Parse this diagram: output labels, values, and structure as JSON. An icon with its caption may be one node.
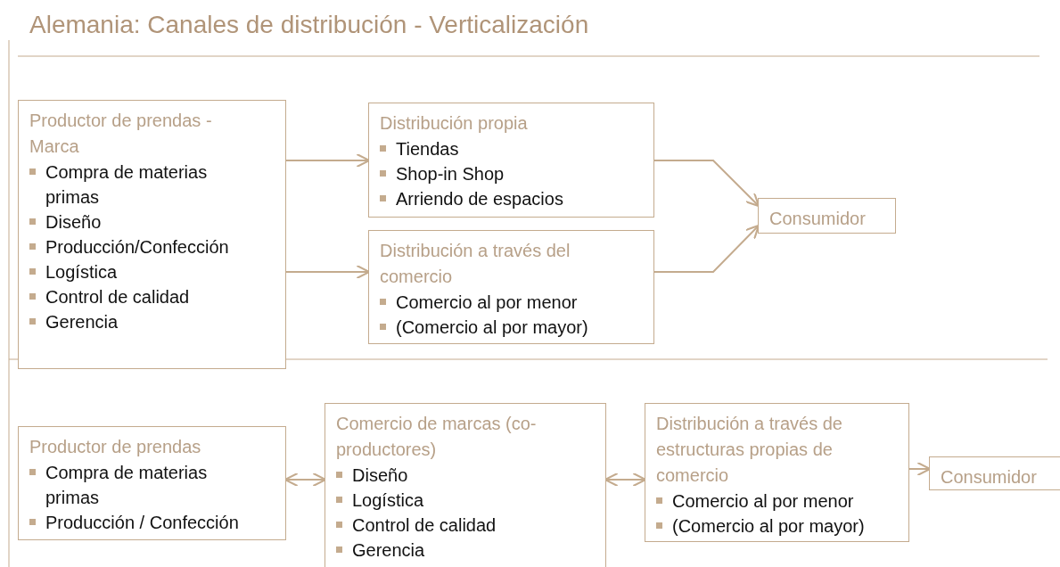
{
  "diagram": {
    "title": "Alemania: Canales de distribución - Verticalización",
    "nodes": [
      {
        "text": [
          "Productor de prendas - Marca",
          "Compra de materias primas",
          "Diseño",
          "Producción/Confección",
          "Logística",
          "Control de calidad",
          "Gerencia"
        ]
      },
      {
        "text": [
          "Distribución propia",
          "Tiendas",
          "Shop-in Shop",
          "Arriendo de espacios"
        ]
      },
      {
        "text": [
          "Distribución a través del comercio",
          "Comercio al por menor",
          "(Comercio al por mayor)"
        ]
      },
      {
        "text": [
          "Consumidor"
        ]
      },
      {
        "text": [
          "Productor de prendas",
          "Compra de materias primas",
          "Producción / Confección"
        ]
      },
      {
        "text": [
          "Comercio de marcas (co-productores)",
          "Diseño",
          "Logística",
          "Control de calidad",
          "Gerencia"
        ]
      },
      {
        "text": [
          "Distribución a través de estructuras propias de comercio",
          "Comercio al por menor",
          "(Comercio al por mayor)"
        ]
      },
      {
        "text": [
          "Consumidor"
        ]
      }
    ],
    "edges": [
      {
        "from": 0,
        "to": 1,
        "arrow": "to"
      },
      {
        "from": 0,
        "to": 2,
        "arrow": "to"
      },
      {
        "from": 1,
        "to": 3,
        "arrow": "to"
      },
      {
        "from": 2,
        "to": 3,
        "arrow": "to"
      },
      {
        "from": 4,
        "to": 5,
        "arrow": "both"
      },
      {
        "from": 5,
        "to": 6,
        "arrow": "both"
      },
      {
        "from": 6,
        "to": 7,
        "arrow": "to"
      }
    ]
  }
}
